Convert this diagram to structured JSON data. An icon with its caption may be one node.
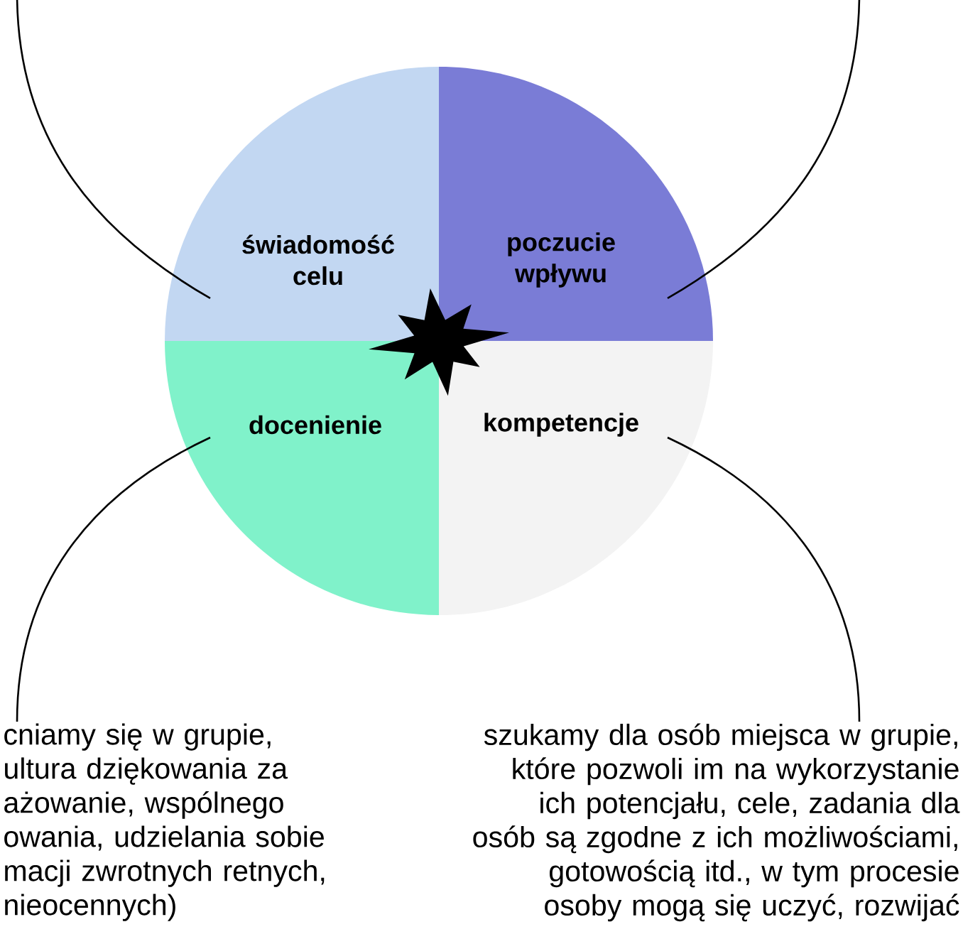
{
  "diagram": {
    "nodes": [
      {
        "text": [
          "świadomość celu"
        ]
      },
      {
        "text": [
          "poczucie wpływu"
        ]
      },
      {
        "text": [
          "docenienie"
        ]
      },
      {
        "text": [
          "kompetencje"
        ]
      },
      {
        "text": [
          "cniamy się w grupie, ultura dziękowania za ażowanie, wspólnego owania, udzielania sobie macji zwrotnych retnych, nieocennych)"
        ]
      },
      {
        "text": [
          "szukamy dla osób miejsca w grupie, które pozwoli im na wykorzystanie ich potencjału, cele, zadania dla osób są zgodne z ich możliwościami, gotowością itd., w tym procesie osoby mogą się uczyć, rozwijać"
        ]
      }
    ],
    "edges": [
      {
        "from": 0,
        "to": null,
        "arrow": "none"
      },
      {
        "from": 1,
        "to": null,
        "arrow": "none"
      },
      {
        "from": 2,
        "to": 4,
        "arrow": "none"
      },
      {
        "from": 3,
        "to": 5,
        "arrow": "none"
      }
    ]
  }
}
